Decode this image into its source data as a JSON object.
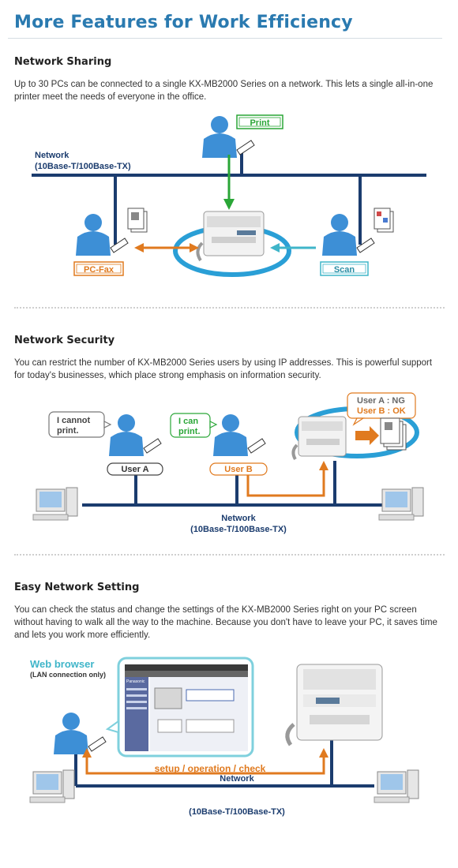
{
  "page": {
    "title": "More Features for Work Efficiency"
  },
  "sections": [
    {
      "title": "Network Sharing",
      "text": "Up to 30 PCs can be connected to a single KX-MB2000 Series on a network. This lets a single all-in-one printer meet the needs of everyone in the office.",
      "diagram": {
        "network_line1": "Network",
        "network_line2": "(10Base-T/100Base-TX)",
        "print_label": "Print",
        "pcfax_label": "PC-Fax",
        "scan_label": "Scan"
      }
    },
    {
      "title": "Network Security",
      "text": "You can restrict the number of KX-MB2000 Series users by using IP addresses. This is powerful support for today's businesses, which place strong emphasis on information security.",
      "diagram": {
        "bubble_a_line1": "I cannot",
        "bubble_a_line2": "print.",
        "bubble_b_line1": "I can",
        "bubble_b_line2": "print.",
        "user_a": "User A",
        "user_b": "User B",
        "status_a": "User A : NG",
        "status_b": "User B : OK",
        "network_line1": "Network",
        "network_line2": "(10Base-T/100Base-TX)"
      }
    },
    {
      "title": "Easy Network Setting",
      "text": "You can check the status and change the settings of the KX-MB2000 Series right on your PC screen without having to walk all the way to the machine. Because you don't have to leave your PC, it saves time and lets you work more efficiently.",
      "diagram": {
        "browser_label": "Web browser",
        "browser_sub": "(LAN connection only)",
        "flow_label": "setup / operation / check",
        "network_line1": "Network",
        "network_line2": "(10Base-T/100Base-TX)",
        "screen_brand": "Panasonic"
      }
    }
  ],
  "colors": {
    "title": "#2a7ab0",
    "network_line": "#1b3c6e",
    "green": "#2aa637",
    "orange": "#e07a1f",
    "teal": "#3fb5c9",
    "person": "#3d8fd6"
  }
}
